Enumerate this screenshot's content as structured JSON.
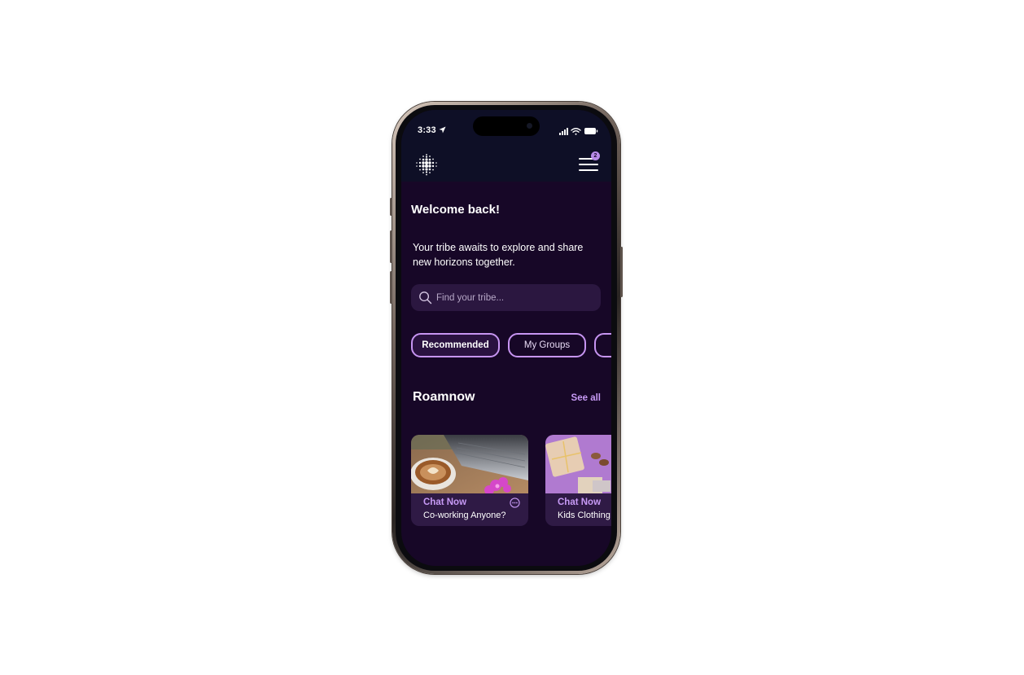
{
  "status_bar": {
    "time": "3:33"
  },
  "header": {
    "menu_badge": "2"
  },
  "welcome": {
    "title": "Welcome back!",
    "subtitle": "Your tribe awaits to explore and share new horizons together."
  },
  "search": {
    "placeholder": "Find your tribe...",
    "value": ""
  },
  "filters": {
    "items": [
      {
        "label": "Recommended",
        "active": true
      },
      {
        "label": "My Groups",
        "active": false
      },
      {
        "label": "",
        "active": false
      }
    ]
  },
  "section": {
    "title": "Roamnow",
    "see_all": "See all"
  },
  "cards": [
    {
      "action": "Chat Now",
      "title": "Co-working Anyone?"
    },
    {
      "action": "Chat Now",
      "title": "Kids Clothing"
    }
  ],
  "colors": {
    "background": "#170727",
    "header": "#0e0f26",
    "accent": "#c795f2",
    "card": "#2f1a45",
    "search": "#2b1740"
  }
}
